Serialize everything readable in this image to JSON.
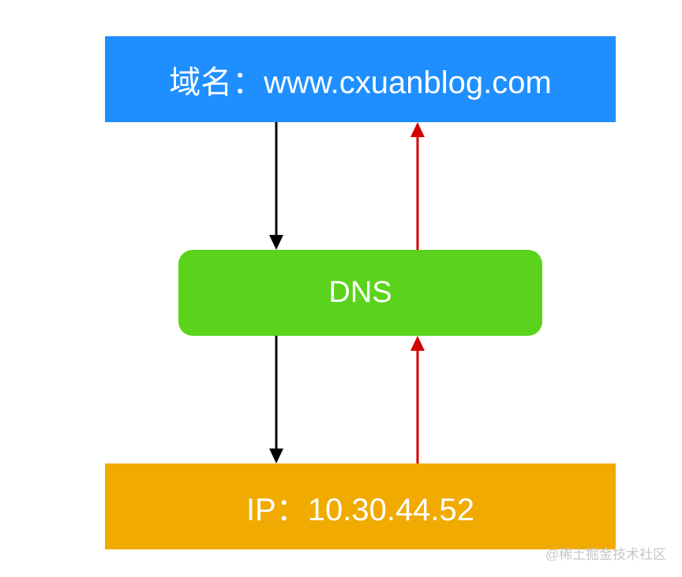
{
  "nodes": {
    "domain": {
      "label": "域名：www.cxuanblog.com",
      "color": "#1f8fff"
    },
    "dns": {
      "label": "DNS",
      "color": "#5bd31d"
    },
    "ip": {
      "label": "IP：10.30.44.52",
      "color": "#f0aa00"
    }
  },
  "edges": [
    {
      "from": "domain",
      "to": "dns",
      "color": "#000000"
    },
    {
      "from": "dns",
      "to": "ip",
      "color": "#000000"
    },
    {
      "from": "ip",
      "to": "dns",
      "color": "#d40000"
    },
    {
      "from": "dns",
      "to": "domain",
      "color": "#d40000"
    }
  ],
  "watermark": "@稀土掘金技术社区"
}
